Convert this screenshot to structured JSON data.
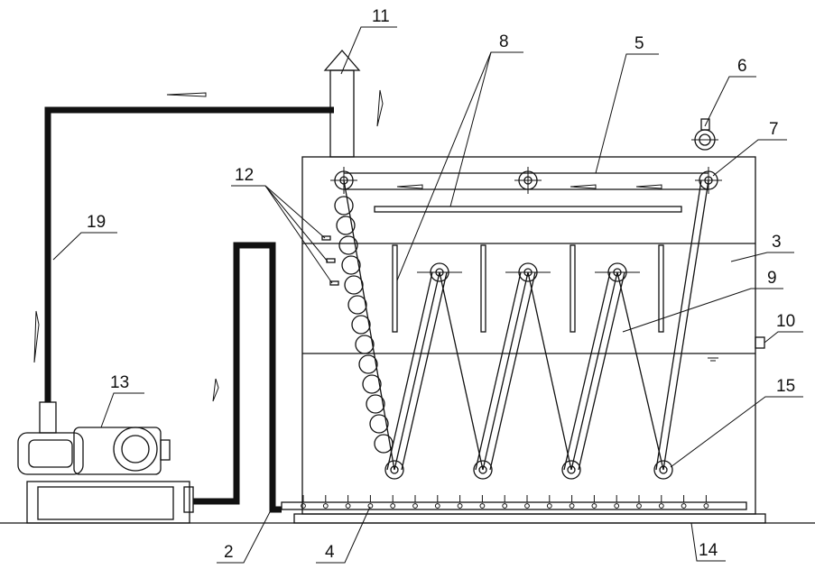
{
  "labels": {
    "l1": "11",
    "l2": "8",
    "l3": "5",
    "l4": "6",
    "l5": "7",
    "l6": "12",
    "l7": "3",
    "l8": "9",
    "l9": "10",
    "l10": "19",
    "l11": "13",
    "l12": "15",
    "l13": "2",
    "l14": "4",
    "l15": "14"
  },
  "colors": {
    "ink": "#111111",
    "paper": "#ffffff"
  }
}
